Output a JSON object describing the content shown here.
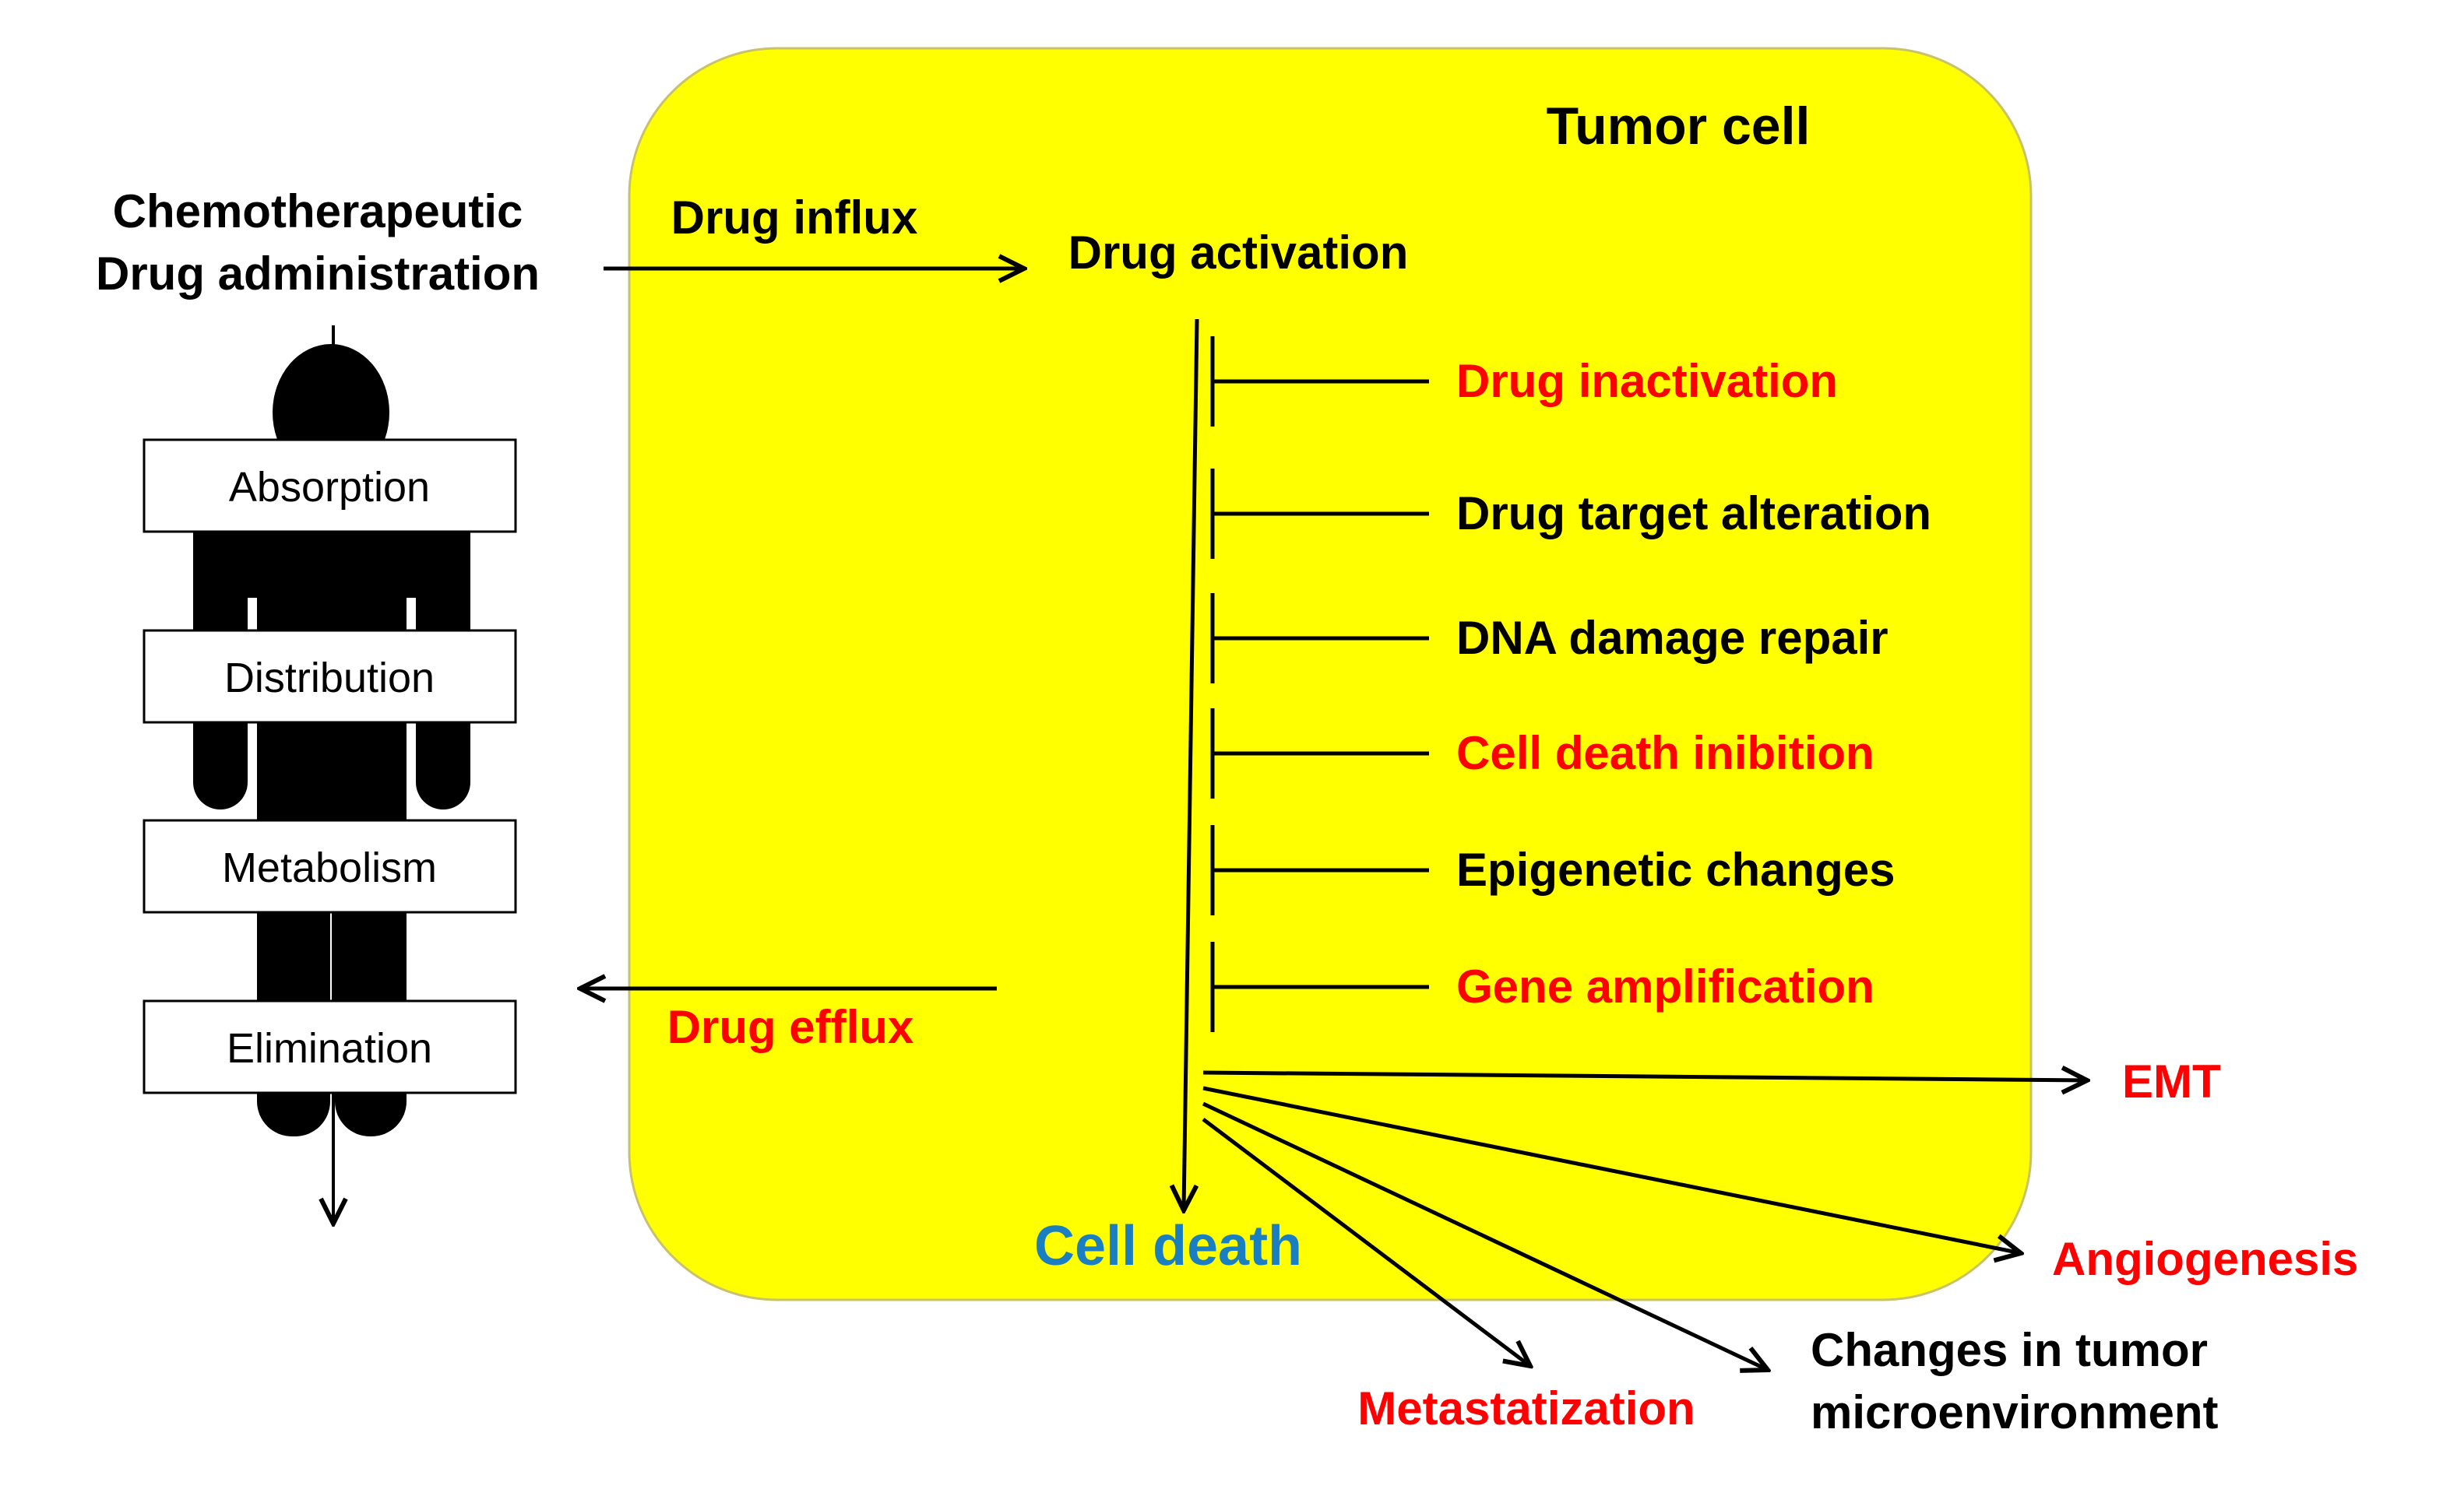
{
  "colors": {
    "cell_fill": "#ffff00",
    "cell_stroke": "#c8c26a",
    "black": "#000000",
    "red": "#ff0000",
    "blue": "#1a7fc1",
    "box_fill": "#ffffff"
  },
  "tumor_cell_title": "Tumor cell",
  "administration": {
    "line1": "Chemotherapeutic",
    "line2": "Drug administration"
  },
  "pk_stages": [
    "Absorption",
    "Distribution",
    "Metabolism",
    "Elimination"
  ],
  "drug_influx": "Drug influx",
  "drug_activation": "Drug activation",
  "drug_efflux": "Drug efflux",
  "cell_death": "Cell death",
  "inhibitors": [
    {
      "label": "Drug inactivation",
      "color": "red"
    },
    {
      "label": "Drug target alteration",
      "color": "black"
    },
    {
      "label": "DNA damage repair",
      "color": "black"
    },
    {
      "label": "Cell death inibition",
      "color": "red"
    },
    {
      "label": "Epigenetic changes",
      "color": "black"
    },
    {
      "label": "Gene amplification",
      "color": "red"
    }
  ],
  "outcomes": {
    "emt": "EMT",
    "angiogenesis": "Angiogenesis",
    "metastatization": "Metastatization",
    "microenv_line1": "Changes in tumor",
    "microenv_line2": "microenvironment"
  }
}
